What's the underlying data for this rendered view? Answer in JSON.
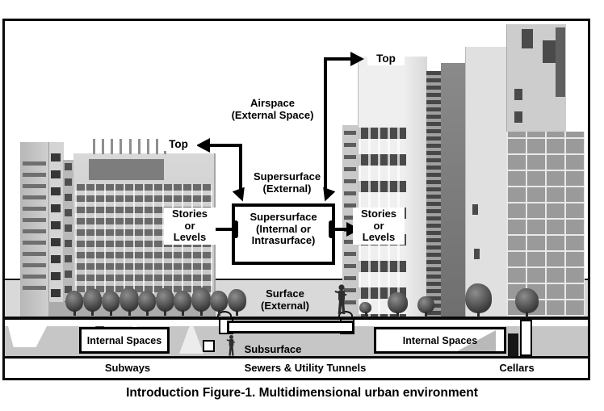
{
  "figure": {
    "caption": "Introduction Figure-1. Multidimensional urban environment"
  },
  "diagram": {
    "top_left": "Top",
    "top_right": "Top",
    "airspace": "Airspace\n(External Space)",
    "supersurface_external": "Supersurface\n(External)",
    "supersurface_internal": "Supersurface\n(Internal or\nIntrasurface)",
    "stories_left": "Stories\nor\nLevels",
    "stories_right": "Stories\nor\nLevels",
    "surface": "Surface\n(External)",
    "subsurface": "Subsurface",
    "internal_spaces_left": "Internal Spaces",
    "internal_spaces_right": "Internal Spaces",
    "subways": "Subways",
    "sewers": "Sewers & Utility Tunnels",
    "cellars": "Cellars"
  },
  "colors": {
    "ink": "#000000",
    "paper": "#ffffff",
    "street": "#d9d9d9",
    "underground": "#c6c6c6"
  }
}
